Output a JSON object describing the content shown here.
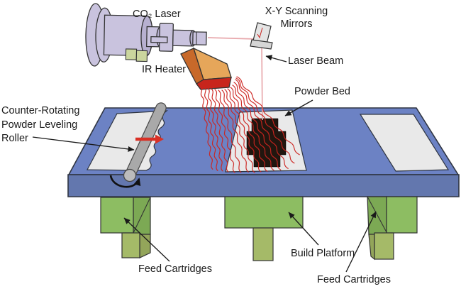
{
  "diagram": {
    "labels": {
      "co2_laser": "CO₂ Laser",
      "xy_mirrors_line1": "X-Y Scanning",
      "xy_mirrors_line2": "Mirrors",
      "ir_heater": "IR Heater",
      "laser_beam": "Laser Beam",
      "powder_bed": "Powder Bed",
      "roller_line1": "Counter-Rotating",
      "roller_line2": "Powder Leveling",
      "roller_line3": "Roller",
      "feed_cartridges_left": "Feed Cartridges",
      "build_platform": "Build Platform",
      "feed_cartridges_right": "Feed Cartridges"
    },
    "colors": {
      "table_top": "#6C82C4",
      "table_front": "#6377AE",
      "table_outline": "#2F3542",
      "powder_area": "#E9E9E9",
      "part": "#21160F",
      "laser_body": "#C9C3DE",
      "laser_accent": "#B7B0D0",
      "connector_green": "#CBD69E",
      "heater_left": "#C8692A",
      "heater_top": "#E6A65A",
      "heater_bottom": "#C8251C",
      "heat_waves": "#CC2420",
      "beam": "#E8A8AC",
      "cartridge_front": "#8DBD62",
      "cartridge_side": "#7CA954",
      "piston_front": "#A5BA68",
      "piston_side": "#93A55A",
      "roller": "#A9A9A9",
      "roller_cap": "#BCBCBC",
      "roller_outline": "#4A4A4A",
      "arrow_red": "#D93025",
      "mirror": "#E4E4E4",
      "mirror_bracket": "#D6D6D6",
      "text": "#1A1A1A",
      "outline": "#333333"
    }
  }
}
